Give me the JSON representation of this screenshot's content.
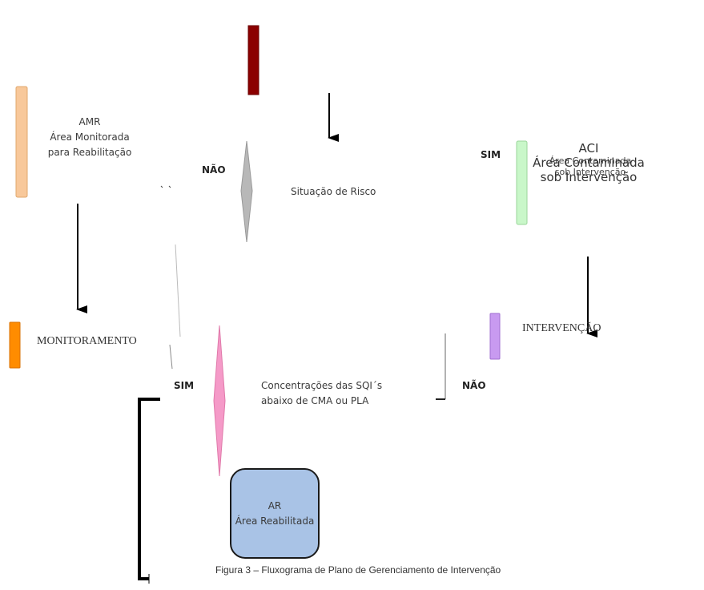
{
  "nodes": {
    "amr": {
      "lines": [
        "AMR",
        "Área Monitorada",
        "para Reabilitação"
      ],
      "color": "#f8c89a"
    },
    "top_block": {
      "color": "#8b0000"
    },
    "risk": {
      "label": "Situação de Risco",
      "color": "#b8b8b8"
    },
    "aci": {
      "title": "ACI",
      "lines_large": [
        "Área  Contaminada",
        "sob Intervenção"
      ],
      "lines_small": [
        "Área  Contaminada",
        "sob Intervenção"
      ],
      "color": "#c9f7c9"
    },
    "monitoramento": {
      "label": "MONITORAMENTO",
      "color": "#ff8c00"
    },
    "intervencao": {
      "label": "INTERVENÇÃO",
      "color": "#c89af0"
    },
    "concentracoes": {
      "lines": [
        "Concentrações das SQI´s",
        "abaixo de CMA ou PLA"
      ],
      "color": "#f59ac8"
    },
    "ar": {
      "lines": [
        "AR",
        "Área Reabilitada"
      ],
      "color": "#a9c3e6"
    }
  },
  "edge_labels": {
    "nao_top": "NÃO",
    "sim_top": "SIM",
    "sim_bottom": "SIM",
    "nao_bottom": "NÃO"
  },
  "caption": "Figura 3 – Fluxograma de Plano de Gerenciamento de Intervenção"
}
